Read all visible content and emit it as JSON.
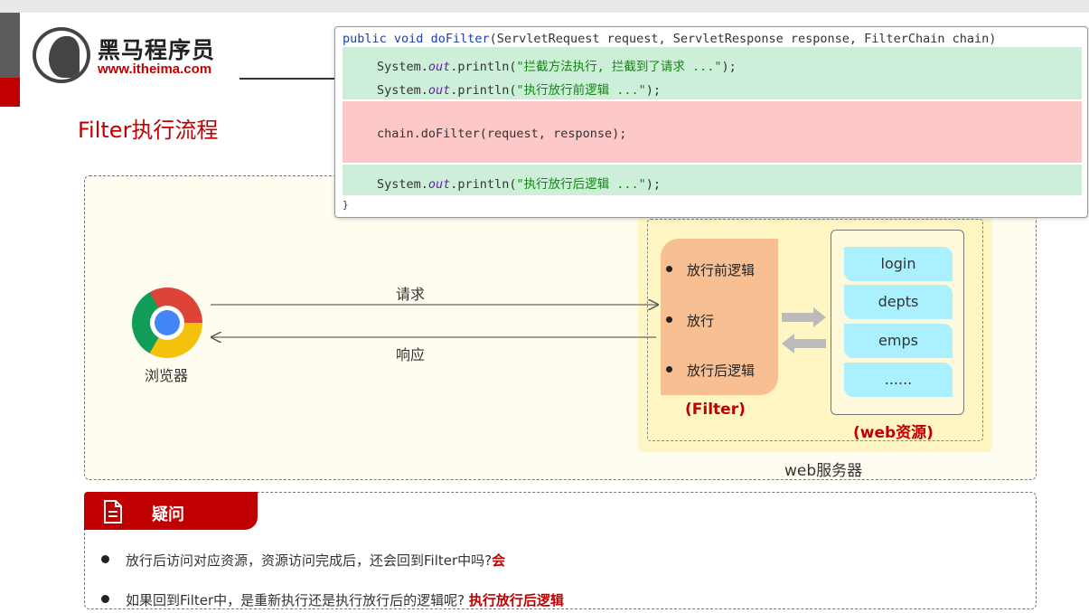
{
  "brand": {
    "name_cn": "黑马程序员",
    "url": "www.itheima.com"
  },
  "slide_title": "Filter执行流程",
  "code": {
    "signature_kw1": "public",
    "signature_kw2": "void",
    "signature_fn": "doFilter",
    "signature_rest": "(ServletRequest request, ServletResponse response, FilterChain chain)",
    "line1_prefix": "System.",
    "line1_out": "out",
    "line1_mid": ".println(",
    "line1_str": "\"拦截方法执行, 拦截到了请求 ...\"",
    "line1_end": ");",
    "line2_prefix": "System.",
    "line2_out": "out",
    "line2_mid": ".println(",
    "line2_str": "\"执行放行前逻辑 ...\"",
    "line2_end": ");",
    "line3": "chain.doFilter(request, response);",
    "line4_prefix": "System.",
    "line4_out": "out",
    "line4_mid": ".println(",
    "line4_str": "\"执行放行后逻辑 ...\"",
    "line4_end": ");",
    "closing": "}",
    "colors": {
      "green_highlight": "#cdeed8",
      "red_highlight": "#fcc8c8"
    }
  },
  "diagram": {
    "browser_label": "浏览器",
    "request_label": "请求",
    "response_label": "响应",
    "filter_items": [
      "放行前逻辑",
      "放行",
      "放行后逻辑"
    ],
    "filter_label": "(Filter)",
    "resources": [
      "login",
      "depts",
      "emps",
      "......"
    ],
    "resources_label": "(web资源)",
    "server_label": "web服务器"
  },
  "question": {
    "title": "疑问",
    "items": [
      {
        "text": "放行后访问对应资源，资源访问完成后，还会回到Filter中吗?",
        "answer": "会"
      },
      {
        "text": "如果回到Filter中，是重新执行还是执行放行后的逻辑呢?",
        "answer": "执行放行后逻辑"
      }
    ]
  },
  "colors": {
    "accent_red": "#c00000",
    "filter_orange": "#f8bf92",
    "resource_cyan": "#aaf0ff",
    "server_yellow": "#fff6c4"
  }
}
